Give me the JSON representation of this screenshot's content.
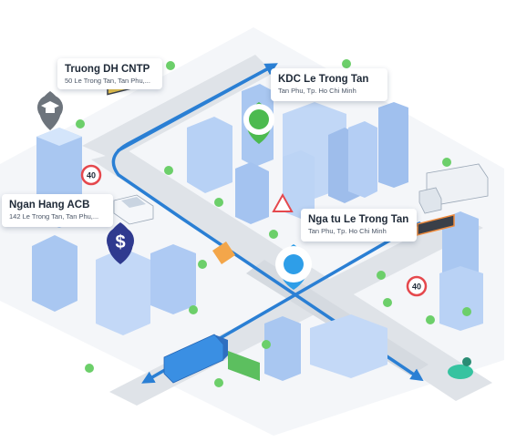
{
  "labels": {
    "university": {
      "title": "Truong DH CNTP",
      "subtitle": "50 Le Trong Tan, Tan Phu,..."
    },
    "residential": {
      "title": "KDC Le Trong Tan",
      "subtitle": "Tan Phu, Tp. Ho Chi Minh"
    },
    "bank": {
      "title": "Ngan Hang ACB",
      "subtitle": "142 Le Trong Tan, Tan Phu,..."
    },
    "intersection": {
      "title": "Nga tu Le Trong Tan",
      "subtitle": "Tan Phu, Tp. Ho Chi Minh"
    }
  },
  "pins": [
    {
      "name": "university-pin",
      "icon": "graduation-cap-icon",
      "color": "#6d747c"
    },
    {
      "name": "residential-pin",
      "icon": "location-dot-icon",
      "color": "#4cba4f"
    },
    {
      "name": "bank-pin",
      "icon": "dollar-icon",
      "color": "#2f3a8f"
    },
    {
      "name": "intersection-pin",
      "icon": "target-dot-icon",
      "color": "#2e9ee8"
    }
  ],
  "speed_limits": [
    "40",
    "40"
  ],
  "colors": {
    "route": "#2a7fd4",
    "road": "#dfe3e8",
    "building": "#a9c7f1",
    "tree": "#6ccf6a"
  }
}
